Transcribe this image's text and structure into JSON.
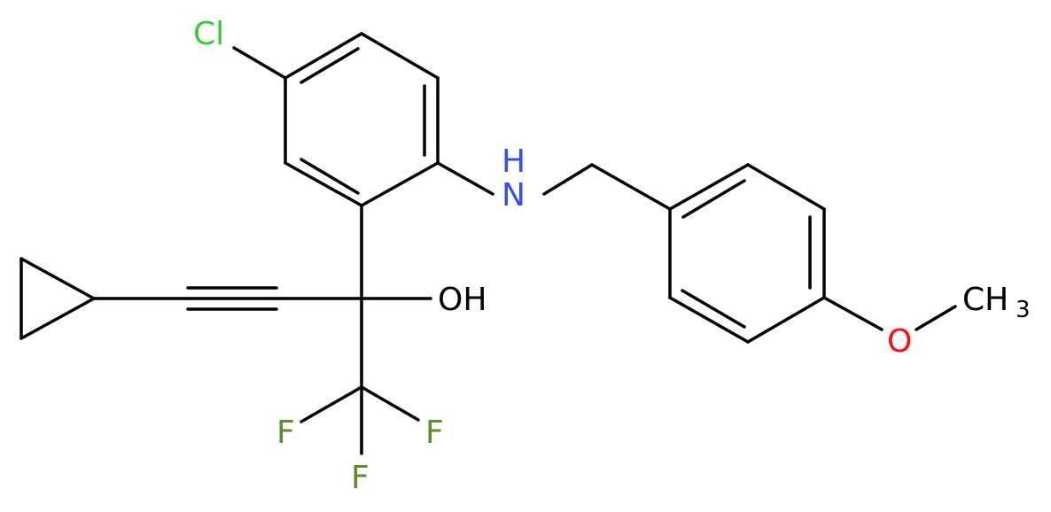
{
  "atoms": {
    "chlorine": {
      "symbol": "Cl",
      "color": "#33cc33"
    },
    "nitrogen": {
      "symbol": "N",
      "subscript": "H",
      "color": "#3050f8"
    },
    "hydroxyl": {
      "symbol": "OH",
      "color": "#000000"
    },
    "fluorine_left": {
      "symbol": "F",
      "color": "#5a8f29"
    },
    "fluorine_right": {
      "symbol": "F",
      "color": "#5a8f29"
    },
    "fluorine_bottom": {
      "symbol": "F",
      "color": "#5a8f29"
    },
    "oxygen_ether": {
      "symbol": "O",
      "color": "#ff0d0d"
    },
    "methyl": {
      "symbol": "CH",
      "subscript": "3",
      "color": "#000000"
    }
  }
}
